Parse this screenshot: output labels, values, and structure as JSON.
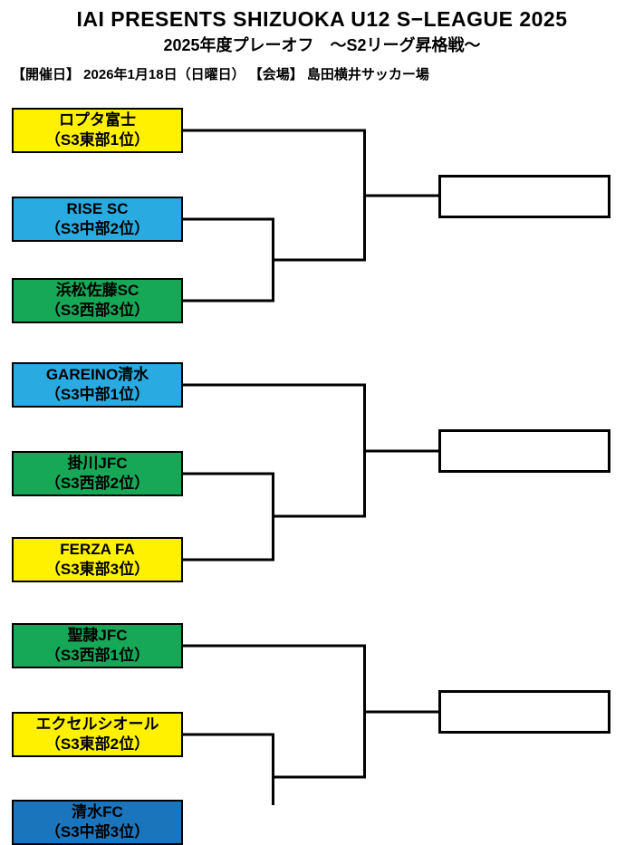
{
  "header": {
    "title": "IAI PRESENTS SHIZUOKA U12 S−LEAGUE 2025",
    "subtitle": "2025年度プレーオフ　～S2リーグ昇格戦～",
    "event_info": "【開催日】 2026年1月18日（日曜日） 【会場】 島田横井サッカー場"
  },
  "colors": {
    "yellow": "#FFF100",
    "blue": "#29ABE2",
    "green": "#17A857",
    "dark_blue": "#1B75BC",
    "line": "#000000"
  },
  "bracket": {
    "groups": [
      {
        "teams": [
          {
            "name": "ロプタ富士",
            "rank": "（S3東部1位）",
            "color": "yellow"
          },
          {
            "name": "RISE SC",
            "rank": "（S3中部2位）",
            "color": "blue"
          },
          {
            "name": "浜松佐藤SC",
            "rank": "（S3西部3位）",
            "color": "green"
          }
        ]
      },
      {
        "teams": [
          {
            "name": "GAREINO清水",
            "rank": "（S3中部1位）",
            "color": "blue"
          },
          {
            "name": "掛川JFC",
            "rank": "（S3西部2位）",
            "color": "green"
          },
          {
            "name": "FERZA FA",
            "rank": "（S3東部3位）",
            "color": "yellow"
          }
        ]
      },
      {
        "teams": [
          {
            "name": "聖隷JFC",
            "rank": "（S3西部1位）",
            "color": "green"
          },
          {
            "name": "エクセルシオール",
            "rank": "（S3東部2位）",
            "color": "yellow"
          },
          {
            "name": "清水FC",
            "rank": "（S3中部3位）",
            "color": "dark_blue"
          }
        ]
      }
    ]
  }
}
